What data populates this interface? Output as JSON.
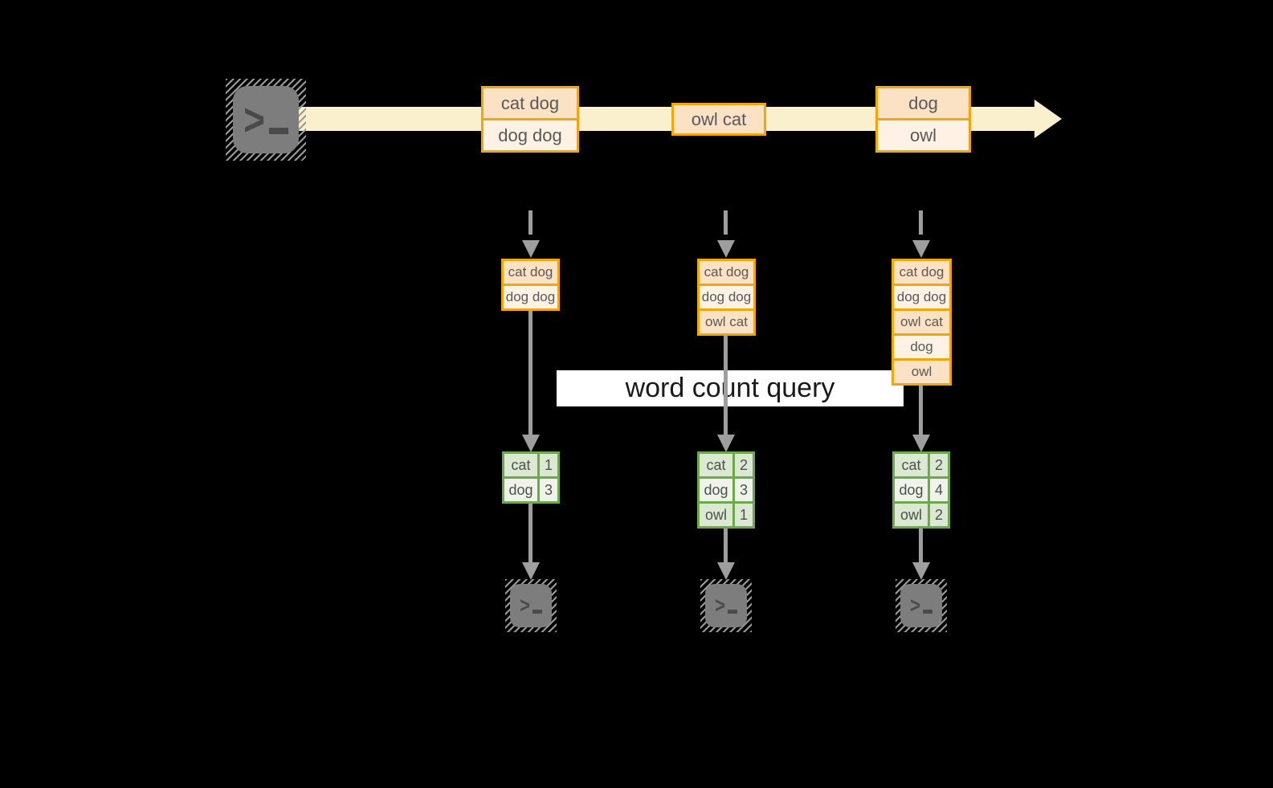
{
  "query_label": "word count query",
  "stream": {
    "boxes": [
      {
        "cells": [
          "cat dog",
          "dog dog"
        ]
      },
      {
        "cells": [
          "owl cat"
        ]
      },
      {
        "cells": [
          "dog",
          "owl"
        ]
      }
    ]
  },
  "columns": [
    {
      "state": [
        "cat dog",
        "dog dog"
      ],
      "counts": [
        {
          "word": "cat",
          "count": "1"
        },
        {
          "word": "dog",
          "count": "3"
        }
      ]
    },
    {
      "state": [
        "cat dog",
        "dog dog",
        "owl cat"
      ],
      "counts": [
        {
          "word": "cat",
          "count": "2"
        },
        {
          "word": "dog",
          "count": "3"
        },
        {
          "word": "owl",
          "count": "1"
        }
      ]
    },
    {
      "state": [
        "cat dog",
        "dog dog",
        "owl cat",
        "dog",
        "owl"
      ],
      "counts": [
        {
          "word": "cat",
          "count": "2"
        },
        {
          "word": "dog",
          "count": "4"
        },
        {
          "word": "owl",
          "count": "2"
        }
      ]
    }
  ],
  "icons": {
    "terminal_chevron": ">",
    "terminal_name": "terminal-icon"
  },
  "colors": {
    "background": "#000000",
    "stream_arrow": "#FAF0CD",
    "box_border": "#F1A60B",
    "cell_peach": "#FBE2C4",
    "cell_cream": "#FDF2E4",
    "green_border": "#6DA84D",
    "cell_green_dark": "#DCE9D2",
    "cell_green_light": "#EEF4E9",
    "arrow_grey": "#9E9E9E",
    "terminal_grey": "#7D7D7D",
    "query_band_bg": "#FFFFFF",
    "query_text": "#1A1A1A"
  }
}
